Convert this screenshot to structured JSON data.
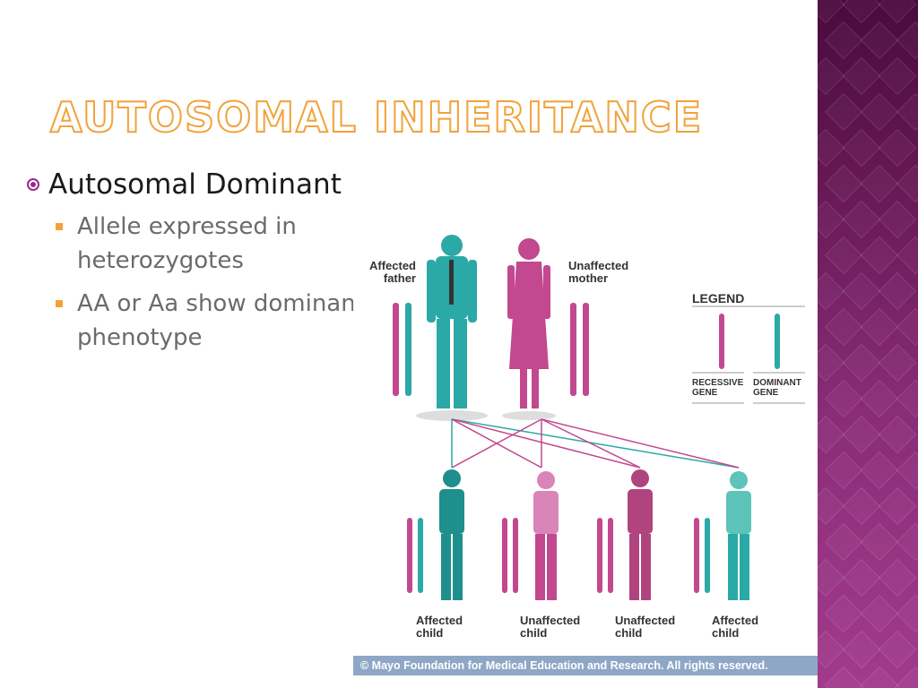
{
  "slide": {
    "title": "Autosomal Inheritance",
    "bullet1": "Autosomal Dominant",
    "sub1": "Allele expressed in heterozygotes",
    "sub2": "AA or Aa show dominant phenotype"
  },
  "figure": {
    "father_label": "Affected father",
    "mother_label": "Unaffected mother",
    "legend_title": "LEGEND",
    "legend_recessive": "RECESSIVE GENE",
    "legend_dominant": "DOMINANT GENE",
    "child1": "Affected child",
    "child2": "Unaffected child",
    "child3": "Unaffected child",
    "child4": "Affected child",
    "copyright": "© Mayo Foundation for Medical Education and Research. All rights reserved."
  },
  "colors": {
    "dominant": "#2aa9a6",
    "recessive": "#c2488f",
    "accent": "#f2a23a",
    "band": "#8a2c78"
  }
}
